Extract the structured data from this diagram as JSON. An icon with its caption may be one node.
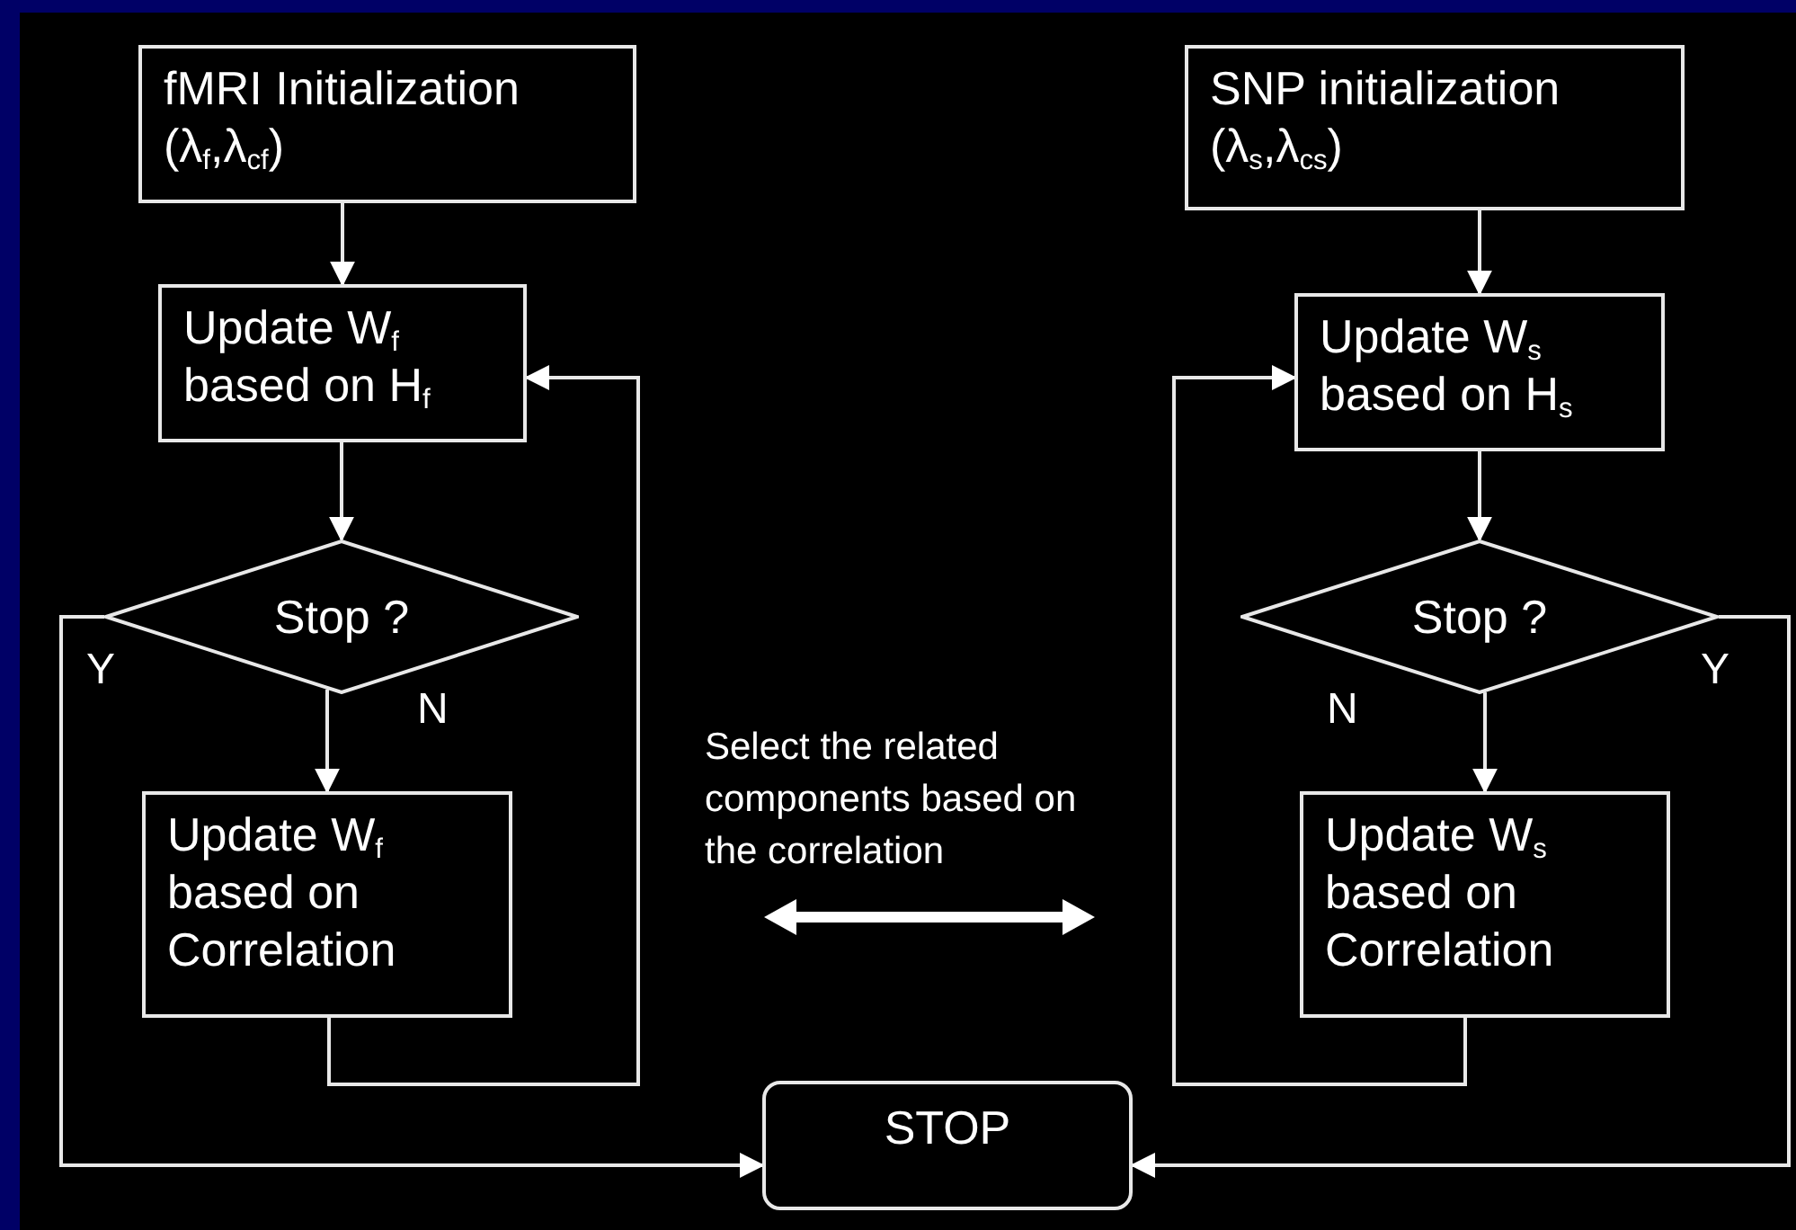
{
  "diagram": {
    "nodes": [
      {
        "text": [
          "fMRI Initialization",
          "(λ$_{f}$,λ$_{cf}$)"
        ]
      },
      {
        "text": [
          "Update W$_{f}$ based on H$_{f}$"
        ]
      },
      {
        "text": [
          "Stop ?"
        ]
      },
      {
        "text": [
          "Update W$_{f}$ based on Correlation"
        ]
      },
      {
        "text": [
          "SNP initialization",
          "(λ$_{s}$,λ$_{cs}$)"
        ]
      },
      {
        "text": [
          "Update W$_{s}$ based on H$_{s}$"
        ]
      },
      {
        "text": [
          "Stop ?"
        ]
      },
      {
        "text": [
          "Update W$_{s}$ based on Correlation"
        ]
      },
      {
        "text": [
          "STOP"
        ]
      }
    ],
    "edges": [
      {
        "from": 0,
        "to": 1,
        "arrow": "to"
      },
      {
        "from": 1,
        "to": 2,
        "arrow": "to"
      },
      {
        "from": 2,
        "to": 3,
        "arrow": "to",
        "label": "N"
      },
      {
        "from": 3,
        "to": 1,
        "arrow": "to"
      },
      {
        "from": 2,
        "to": 8,
        "arrow": "to",
        "label": "Y"
      },
      {
        "from": 4,
        "to": 5,
        "arrow": "to"
      },
      {
        "from": 5,
        "to": 6,
        "arrow": "to"
      },
      {
        "from": 6,
        "to": 7,
        "arrow": "to",
        "label": "N"
      },
      {
        "from": 7,
        "to": 5,
        "arrow": "to"
      },
      {
        "from": 6,
        "to": 8,
        "arrow": "to",
        "label": "Y"
      }
    ],
    "labels": [
      "Select the related components based on the correlation"
    ]
  }
}
